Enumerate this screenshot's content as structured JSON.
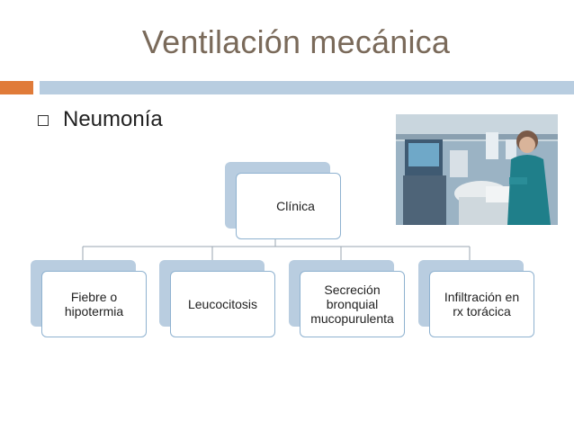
{
  "slide": {
    "title": "Ventilación mecánica",
    "bullet": "Neumonía"
  },
  "diagram": {
    "root": "Clínica",
    "children": [
      "Fiebre o\nhipotermia",
      "Leucocitosis",
      "Secreción\nbronquial\nmucopurulenta",
      "Infiltración en\nrx torácica"
    ]
  },
  "colors": {
    "title": "#7a6a5a",
    "accent_orange": "#e07b39",
    "accent_blue": "#b8cde0",
    "node_back": "#b9cde0",
    "node_border": "#8fb2d0"
  }
}
